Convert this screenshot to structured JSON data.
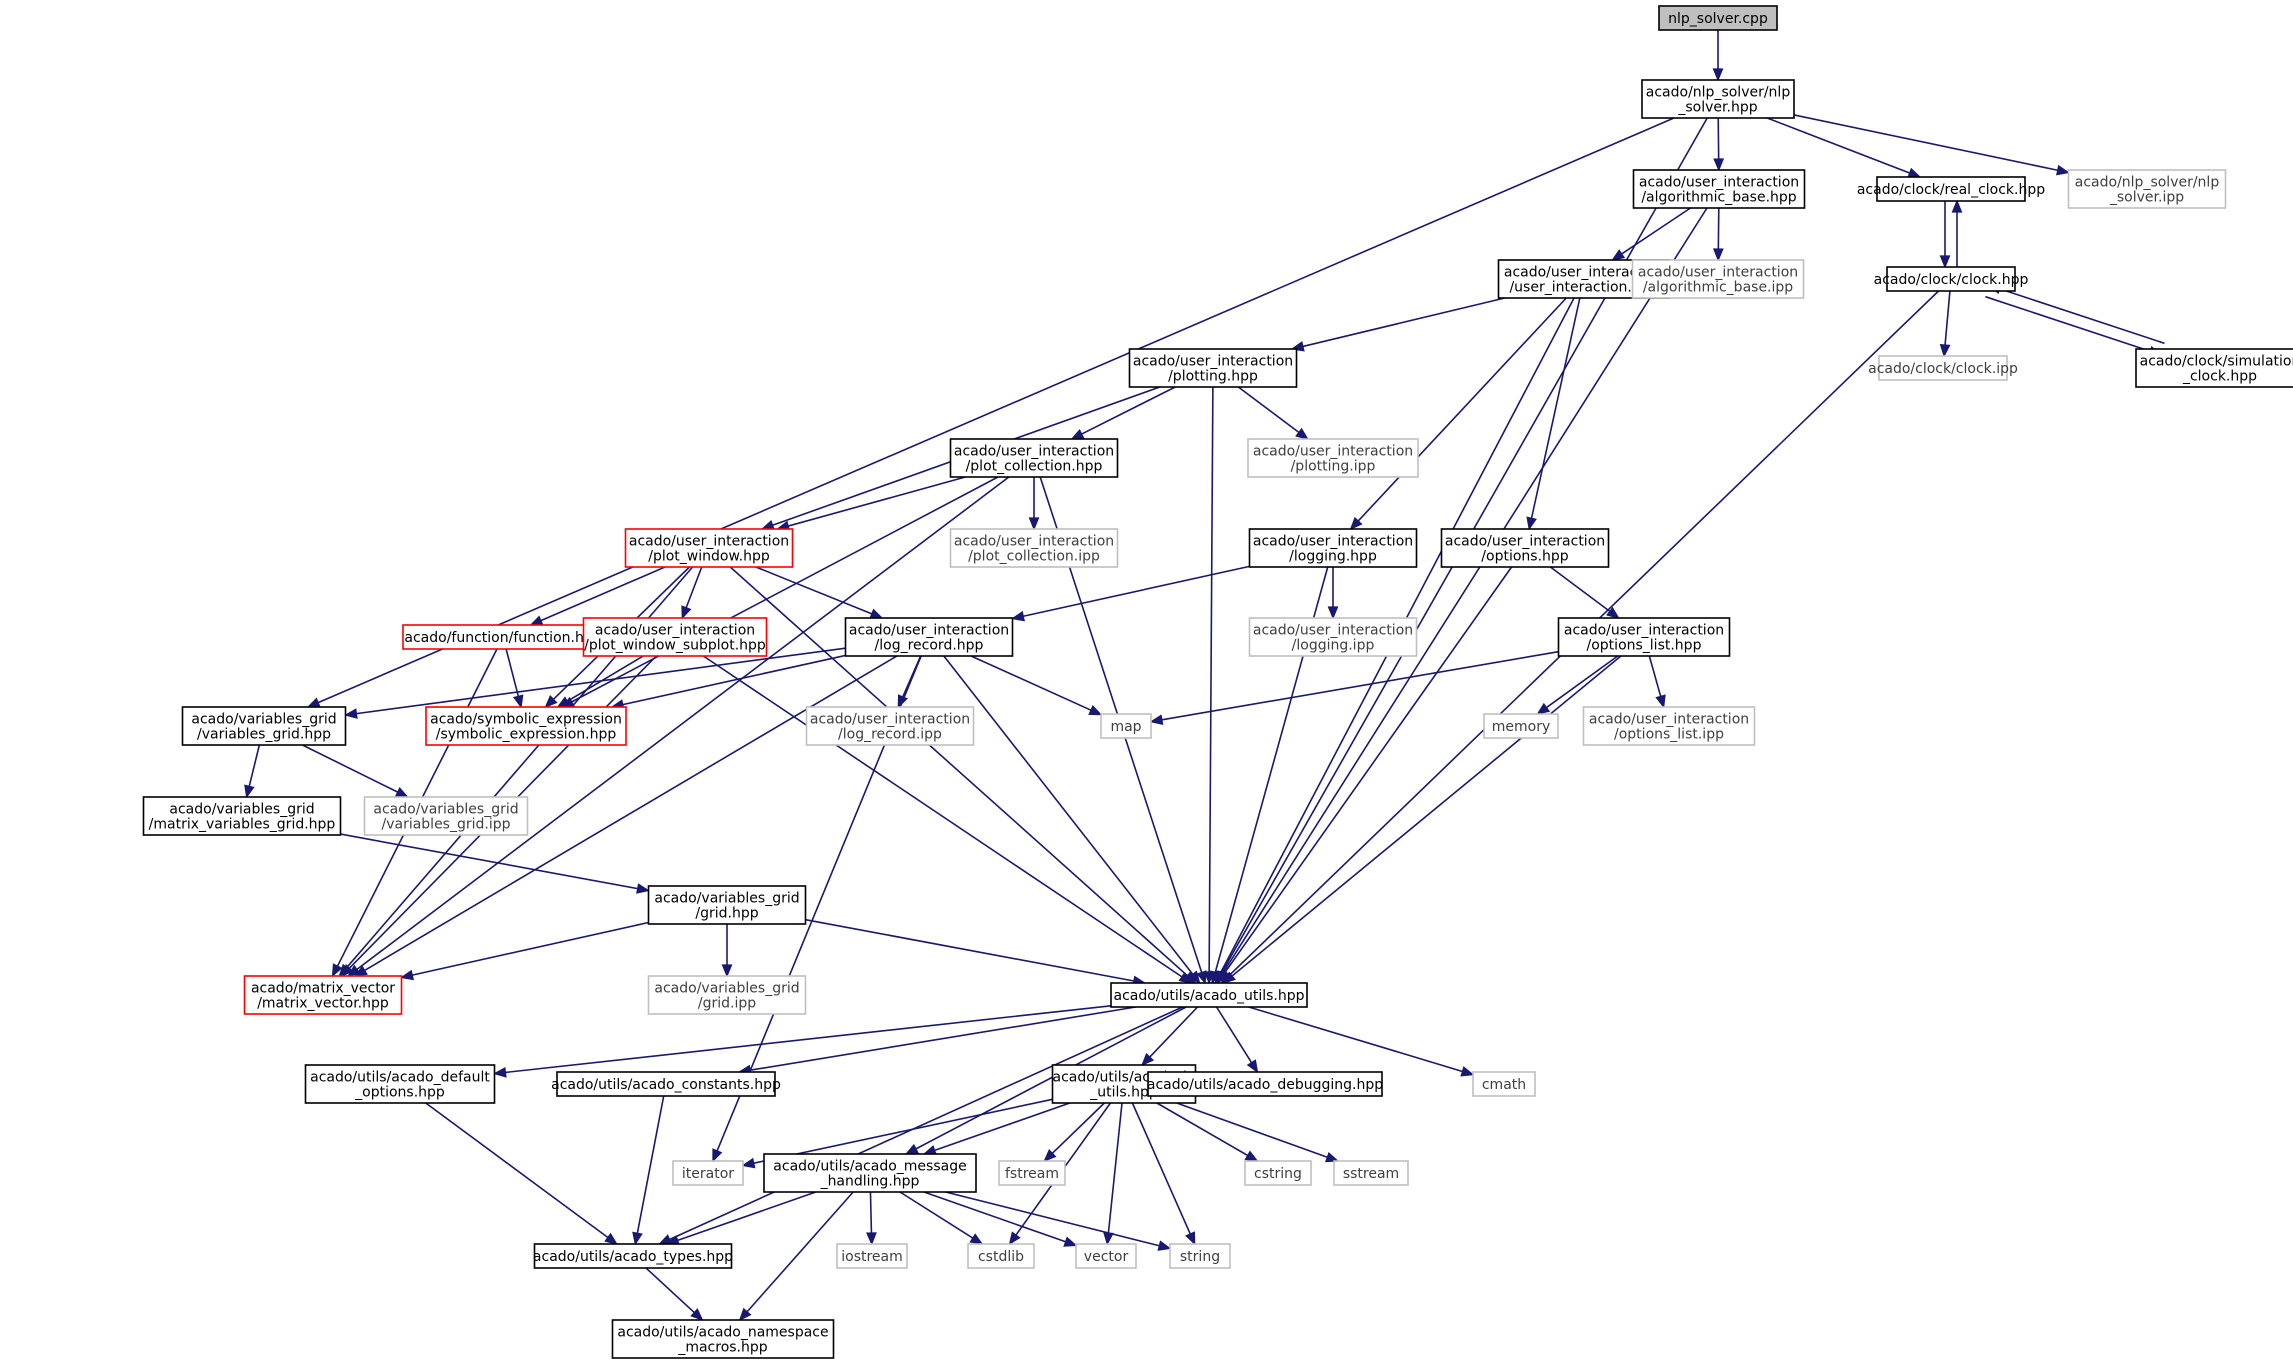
{
  "colors": {
    "edge": "#191970",
    "node_border_defined": "#000000",
    "node_border_missing": "#ff0000",
    "node_border_external": "#bfbfbf",
    "node_fill_root": "#bfbfbf",
    "node_fill": "#ffffff",
    "text_defined": "#000000",
    "text_external": "#404040"
  },
  "nodes": [
    {
      "id": "n0",
      "kind": "root",
      "lines": [
        "nlp_solver.cpp"
      ]
    },
    {
      "id": "n1",
      "kind": "defined",
      "lines": [
        "acado/nlp_solver/nlp",
        "_solver.hpp"
      ]
    },
    {
      "id": "n2",
      "kind": "defined",
      "lines": [
        "acado/user_interaction",
        "/algorithmic_base.hpp"
      ]
    },
    {
      "id": "n3",
      "kind": "defined",
      "lines": [
        "acado/clock/real_clock.hpp"
      ]
    },
    {
      "id": "n4",
      "kind": "external",
      "lines": [
        "acado/nlp_solver/nlp",
        "_solver.ipp"
      ]
    },
    {
      "id": "n5",
      "kind": "defined",
      "lines": [
        "acado/user_interaction",
        "/user_interaction.hpp"
      ]
    },
    {
      "id": "n6",
      "kind": "external",
      "lines": [
        "acado/user_interaction",
        "/algorithmic_base.ipp"
      ]
    },
    {
      "id": "n7",
      "kind": "defined",
      "lines": [
        "acado/clock/clock.hpp"
      ]
    },
    {
      "id": "n8",
      "kind": "external",
      "lines": [
        "acado/clock/clock.ipp"
      ]
    },
    {
      "id": "n9",
      "kind": "defined",
      "lines": [
        "acado/clock/simulation",
        "_clock.hpp"
      ]
    },
    {
      "id": "n10",
      "kind": "defined",
      "lines": [
        "acado/user_interaction",
        "/plotting.hpp"
      ]
    },
    {
      "id": "n11",
      "kind": "defined",
      "lines": [
        "acado/user_interaction",
        "/plot_collection.hpp"
      ]
    },
    {
      "id": "n12",
      "kind": "external",
      "lines": [
        "acado/user_interaction",
        "/plotting.ipp"
      ]
    },
    {
      "id": "n13",
      "kind": "missing",
      "lines": [
        "acado/user_interaction",
        "/plot_window.hpp"
      ]
    },
    {
      "id": "n14",
      "kind": "external",
      "lines": [
        "acado/user_interaction",
        "/plot_collection.ipp"
      ]
    },
    {
      "id": "n15",
      "kind": "defined",
      "lines": [
        "acado/user_interaction",
        "/logging.hpp"
      ]
    },
    {
      "id": "n16",
      "kind": "defined",
      "lines": [
        "acado/user_interaction",
        "/options.hpp"
      ]
    },
    {
      "id": "n17",
      "kind": "missing",
      "lines": [
        "acado/function/function.hpp"
      ]
    },
    {
      "id": "n18",
      "kind": "missing",
      "lines": [
        "acado/user_interaction",
        "/plot_window_subplot.hpp"
      ]
    },
    {
      "id": "n19",
      "kind": "defined",
      "lines": [
        "acado/user_interaction",
        "/log_record.hpp"
      ]
    },
    {
      "id": "n20",
      "kind": "external",
      "lines": [
        "acado/user_interaction",
        "/logging.ipp"
      ]
    },
    {
      "id": "n21",
      "kind": "defined",
      "lines": [
        "acado/user_interaction",
        "/options_list.hpp"
      ]
    },
    {
      "id": "n22",
      "kind": "defined",
      "lines": [
        "acado/variables_grid",
        "/variables_grid.hpp"
      ]
    },
    {
      "id": "n23",
      "kind": "missing",
      "lines": [
        "acado/symbolic_expression",
        "/symbolic_expression.hpp"
      ]
    },
    {
      "id": "n24",
      "kind": "external",
      "lines": [
        "acado/user_interaction",
        "/log_record.ipp"
      ]
    },
    {
      "id": "n25",
      "kind": "external",
      "lines": [
        "map"
      ]
    },
    {
      "id": "n26",
      "kind": "external",
      "lines": [
        "memory"
      ]
    },
    {
      "id": "n27",
      "kind": "external",
      "lines": [
        "acado/user_interaction",
        "/options_list.ipp"
      ]
    },
    {
      "id": "n28",
      "kind": "defined",
      "lines": [
        "acado/variables_grid",
        "/matrix_variables_grid.hpp"
      ]
    },
    {
      "id": "n29",
      "kind": "external",
      "lines": [
        "acado/variables_grid",
        "/variables_grid.ipp"
      ]
    },
    {
      "id": "n30",
      "kind": "defined",
      "lines": [
        "acado/variables_grid",
        "/grid.hpp"
      ]
    },
    {
      "id": "n31",
      "kind": "missing",
      "lines": [
        "acado/matrix_vector",
        "/matrix_vector.hpp"
      ]
    },
    {
      "id": "n32",
      "kind": "defined",
      "lines": [
        "acado/utils/acado_utils.hpp"
      ]
    },
    {
      "id": "n33",
      "kind": "external",
      "lines": [
        "acado/variables_grid",
        "/grid.ipp"
      ]
    },
    {
      "id": "n34",
      "kind": "defined",
      "lines": [
        "acado/utils/acado_default",
        "_options.hpp"
      ]
    },
    {
      "id": "n35",
      "kind": "defined",
      "lines": [
        "acado/utils/acado_constants.hpp"
      ]
    },
    {
      "id": "n36",
      "kind": "defined",
      "lines": [
        "acado/utils/acado_io",
        "_utils.hpp"
      ]
    },
    {
      "id": "n37",
      "kind": "defined",
      "lines": [
        "acado/utils/acado_debugging.hpp"
      ]
    },
    {
      "id": "n38",
      "kind": "external",
      "lines": [
        "cmath"
      ]
    },
    {
      "id": "n39",
      "kind": "external",
      "lines": [
        "iterator"
      ]
    },
    {
      "id": "n40",
      "kind": "defined",
      "lines": [
        "acado/utils/acado_message",
        "_handling.hpp"
      ]
    },
    {
      "id": "n41",
      "kind": "external",
      "lines": [
        "fstream"
      ]
    },
    {
      "id": "n42",
      "kind": "external",
      "lines": [
        "cstring"
      ]
    },
    {
      "id": "n43",
      "kind": "external",
      "lines": [
        "sstream"
      ]
    },
    {
      "id": "n44",
      "kind": "defined",
      "lines": [
        "acado/utils/acado_types.hpp"
      ]
    },
    {
      "id": "n45",
      "kind": "external",
      "lines": [
        "iostream"
      ]
    },
    {
      "id": "n46",
      "kind": "external",
      "lines": [
        "cstdlib"
      ]
    },
    {
      "id": "n47",
      "kind": "external",
      "lines": [
        "vector"
      ]
    },
    {
      "id": "n48",
      "kind": "external",
      "lines": [
        "string"
      ]
    },
    {
      "id": "n49",
      "kind": "defined",
      "lines": [
        "acado/utils/acado_namespace",
        "_macros.hpp"
      ]
    }
  ],
  "edges": [
    [
      "n0",
      "n1"
    ],
    [
      "n1",
      "n2"
    ],
    [
      "n1",
      "n3"
    ],
    [
      "n1",
      "n4"
    ],
    [
      "n1",
      "n22"
    ],
    [
      "n1",
      "n32"
    ],
    [
      "n2",
      "n5"
    ],
    [
      "n2",
      "n6"
    ],
    [
      "n2",
      "n32"
    ],
    [
      "n3",
      "n7"
    ],
    [
      "n7",
      "n3"
    ],
    [
      "n7",
      "n8"
    ],
    [
      "n7",
      "n9"
    ],
    [
      "n9",
      "n7"
    ],
    [
      "n7",
      "n32"
    ],
    [
      "n5",
      "n10"
    ],
    [
      "n5",
      "n15"
    ],
    [
      "n5",
      "n16"
    ],
    [
      "n5",
      "n32"
    ],
    [
      "n10",
      "n11"
    ],
    [
      "n10",
      "n12"
    ],
    [
      "n10",
      "n13"
    ],
    [
      "n10",
      "n32"
    ],
    [
      "n11",
      "n13"
    ],
    [
      "n11",
      "n14"
    ],
    [
      "n11",
      "n23"
    ],
    [
      "n11",
      "n31"
    ],
    [
      "n11",
      "n32"
    ],
    [
      "n13",
      "n17"
    ],
    [
      "n13",
      "n18"
    ],
    [
      "n13",
      "n19"
    ],
    [
      "n13",
      "n23"
    ],
    [
      "n13",
      "n31"
    ],
    [
      "n13",
      "n32"
    ],
    [
      "n15",
      "n19"
    ],
    [
      "n15",
      "n20"
    ],
    [
      "n15",
      "n32"
    ],
    [
      "n16",
      "n21"
    ],
    [
      "n16",
      "n32"
    ],
    [
      "n21",
      "n25"
    ],
    [
      "n21",
      "n26"
    ],
    [
      "n21",
      "n27"
    ],
    [
      "n21",
      "n32"
    ],
    [
      "n17",
      "n23"
    ],
    [
      "n17",
      "n31"
    ],
    [
      "n18",
      "n23"
    ],
    [
      "n18",
      "n31"
    ],
    [
      "n18",
      "n32"
    ],
    [
      "n19",
      "n22"
    ],
    [
      "n19",
      "n23"
    ],
    [
      "n19",
      "n24"
    ],
    [
      "n19",
      "n25"
    ],
    [
      "n19",
      "n31"
    ],
    [
      "n19",
      "n32"
    ],
    [
      "n19",
      "n39"
    ],
    [
      "n22",
      "n28"
    ],
    [
      "n22",
      "n29"
    ],
    [
      "n28",
      "n30"
    ],
    [
      "n30",
      "n31"
    ],
    [
      "n30",
      "n33"
    ],
    [
      "n30",
      "n32"
    ],
    [
      "n32",
      "n34"
    ],
    [
      "n32",
      "n35"
    ],
    [
      "n32",
      "n36"
    ],
    [
      "n32",
      "n37"
    ],
    [
      "n32",
      "n38"
    ],
    [
      "n32",
      "n40"
    ],
    [
      "n32",
      "n44"
    ],
    [
      "n34",
      "n44"
    ],
    [
      "n35",
      "n44"
    ],
    [
      "n36",
      "n39"
    ],
    [
      "n36",
      "n40"
    ],
    [
      "n36",
      "n41"
    ],
    [
      "n36",
      "n42"
    ],
    [
      "n36",
      "n43"
    ],
    [
      "n36",
      "n46"
    ],
    [
      "n36",
      "n47"
    ],
    [
      "n36",
      "n48"
    ],
    [
      "n40",
      "n44"
    ],
    [
      "n40",
      "n45"
    ],
    [
      "n40",
      "n46"
    ],
    [
      "n40",
      "n47"
    ],
    [
      "n40",
      "n48"
    ],
    [
      "n40",
      "n49"
    ],
    [
      "n44",
      "n49"
    ]
  ]
}
